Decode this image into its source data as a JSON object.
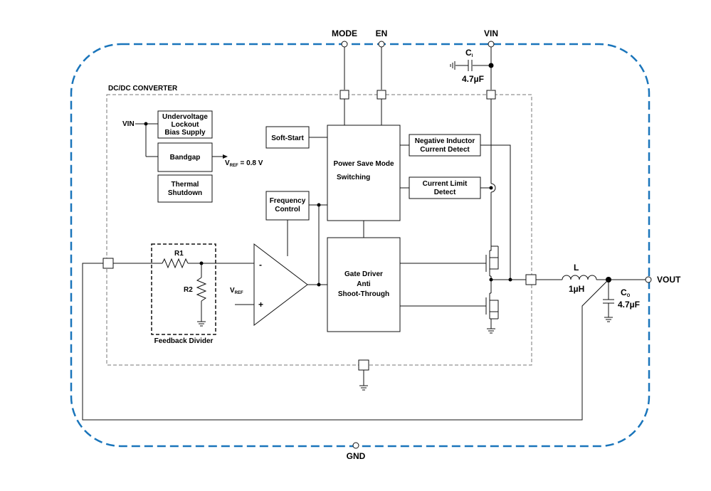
{
  "colors": {
    "package_outline": "#1a75bb",
    "wire": "#111111",
    "background": "#ffffff"
  },
  "pins": {
    "mode": "MODE",
    "en": "EN",
    "vin": "VIN",
    "gnd": "GND",
    "vout": "VOUT"
  },
  "converter_title": "DC/DC CONVERTER",
  "blocks": {
    "uvlo": [
      "Undervoltage",
      "Lockout",
      "Bias Supply"
    ],
    "vin_label": "VIN",
    "bandgap": "Bandgap",
    "vref_prefix": "V",
    "vref_sub": "REF",
    "vref_value": " = 0.8  V",
    "thermal": [
      "Thermal",
      "Shutdown"
    ],
    "soft_start": "Soft-Start",
    "power_save": [
      "Power Save Mode",
      "Switching"
    ],
    "neg_inductor": [
      "Negative Inductor",
      "Current Detect"
    ],
    "current_limit": [
      "Current Limit",
      "Detect"
    ],
    "freq_control": [
      "Frequency",
      "Control"
    ],
    "gate_driver": [
      "Gate Driver",
      "Anti",
      "Shoot-Through"
    ]
  },
  "feedback": {
    "r1": "R1",
    "r2": "R2",
    "title": "Feedback Divider"
  },
  "amp": {
    "minus": "-",
    "plus": "+",
    "vref_prefix": "V",
    "vref_sub": "REF"
  },
  "components": {
    "ci_label": "C",
    "ci_sub": "I",
    "ci_value": "4.7µF",
    "l_label": "L",
    "l_value": "1µH",
    "co_label": "C",
    "co_sub": "O",
    "co_value": "4.7µF"
  }
}
